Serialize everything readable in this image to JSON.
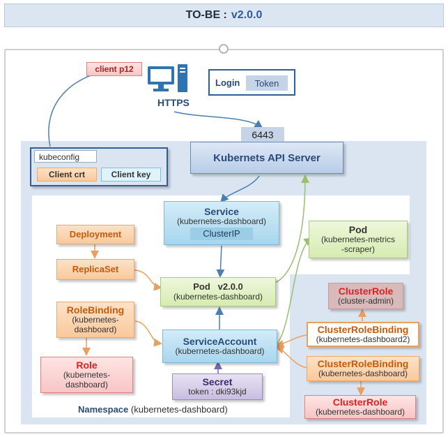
{
  "title": {
    "label": "TO-BE :",
    "version": "v2.0.0"
  },
  "client": {
    "p12": "client p12",
    "https": "HTTPS",
    "login": "Login",
    "token": "Token",
    "kubeconfig": "kubeconfig",
    "client_crt": "Client crt",
    "client_key": "Client key"
  },
  "api": {
    "port": "6443",
    "server": "Kubernets API Server"
  },
  "service": {
    "title": "Service",
    "sub": "(kubernetes-dashboard)",
    "type": "ClusterIP"
  },
  "metrics_pod": {
    "title": "Pod",
    "sub": "(kubernetes-metrics\n-scraper)"
  },
  "deployment": "Deployment",
  "replicaset": "ReplicaSet",
  "pod": {
    "title": "Pod",
    "version": "v2.0.0",
    "sub": "(kubernetes-dashboard)"
  },
  "rolebinding": {
    "title": "RoleBinding",
    "sub": "(kubernetes-\ndashboard)"
  },
  "role": {
    "title": "Role",
    "sub": "(kubernetes-\ndashboard)"
  },
  "serviceaccount": {
    "title": "ServiceAccount",
    "sub": "(kubernetes-dashboard)"
  },
  "secret": {
    "title": "Secret",
    "sub": "token : dki93kjd"
  },
  "namespace": {
    "label": "Namespace",
    "value": "(kubernetes-dashboard)"
  },
  "clusterrole_admin": {
    "title": "ClusterRole",
    "sub": "(cluster-admin)"
  },
  "crb2": {
    "title": "ClusterRoleBinding",
    "sub": "(kubernetes-dashboard2)"
  },
  "crb1": {
    "title": "ClusterRoleBinding",
    "sub": "(kubernetes-dashboard)"
  },
  "clusterrole_dash": {
    "title": "ClusterRole",
    "sub": "(kubernetes-dashboard)"
  },
  "colors": {
    "orange_line": "#e8a060",
    "blue_line": "#4a7fb0",
    "green_line": "#98c070",
    "purple_line": "#7a68a8"
  }
}
